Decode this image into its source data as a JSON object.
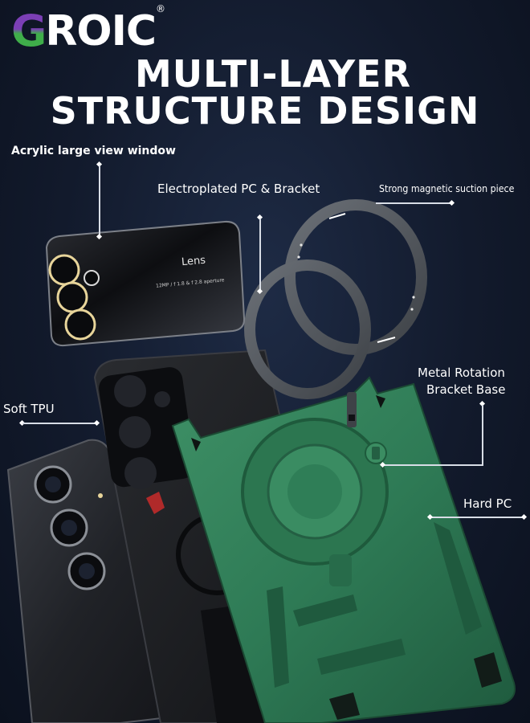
{
  "brand": {
    "logo_g": "G",
    "logo_rest": "ROIC",
    "registered": "®"
  },
  "headline": {
    "line1": "MULTI-LAYER",
    "line2": "STRUCTURE DESIGN"
  },
  "callouts": {
    "acrylic": "Acrylic large view window",
    "electroplated": "Electroplated PC & Bracket",
    "magnetic": "Strong magnetic suction piece",
    "metal_line1": "Metal Rotation",
    "metal_line2": "Bracket Base",
    "soft_tpu": "Soft TPU",
    "hard_pc": "Hard PC"
  },
  "lens_window": {
    "title": "Lens",
    "spec": "12MP / f 1.8 & f 2.8 aperture"
  },
  "colors": {
    "background": "#121a2c",
    "case_green": "#2e7a55",
    "tpu_black": "#1b1c1f",
    "ring_gray": "#4d5258",
    "accent_white": "#ffffff"
  }
}
